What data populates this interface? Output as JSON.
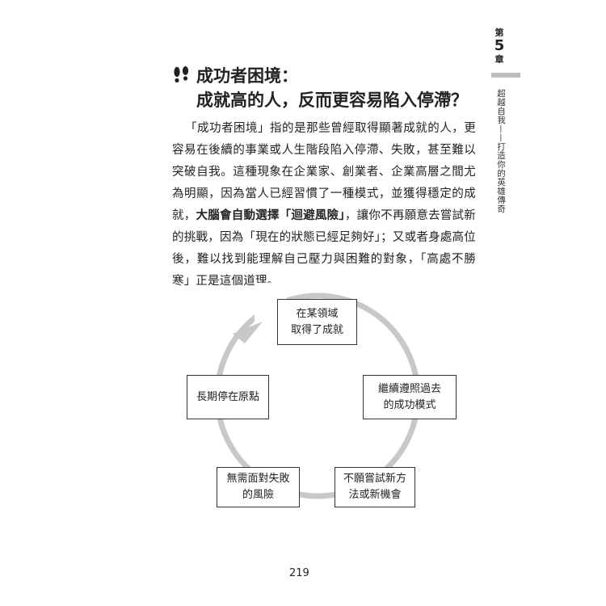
{
  "chapter": {
    "prefix": "第",
    "number": "5",
    "suffix": "章"
  },
  "side_title": "超越自我——打造你的英雄傳奇",
  "heading": {
    "line1": "成功者困境：",
    "line2": "成就高的人，反而更容易陷入停滯？"
  },
  "paragraph": {
    "part1": "「成功者困境」指的是那些曾經取得顯著成就的人，更容易在後續的事業或人生階段陷入停滯、失敗，甚至難以突破自我。這種現象在企業家、創業者、企業高層之間尤為明顯，因為當人已經習慣了一種模式，並獲得穩定的成就，",
    "bold": "大腦會自動選擇「迴避風險」",
    "part2": "，讓你不再願意去嘗試新的挑戰，因為「現在的狀態已經足夠好」；又或者身處高位後，難以找到能理解自己壓力與困難的對象，「高處不勝寒」正是這個道理。"
  },
  "cycle": {
    "step1": [
      "在某領域",
      "取得了成就"
    ],
    "step2": [
      "繼續遵照過去",
      "的成功模式"
    ],
    "step3": [
      "不願嘗試新方",
      "法或新機會"
    ],
    "step4": [
      "無需面對失敗",
      "的風險"
    ],
    "step5": [
      "長期停在原點"
    ]
  },
  "page_number": "219",
  "colors": {
    "cycle_ring": "#c8c8c8",
    "side_bar": "#bdbdbd",
    "text": "#222222"
  },
  "icons": {
    "heading": "footprints-icon"
  }
}
